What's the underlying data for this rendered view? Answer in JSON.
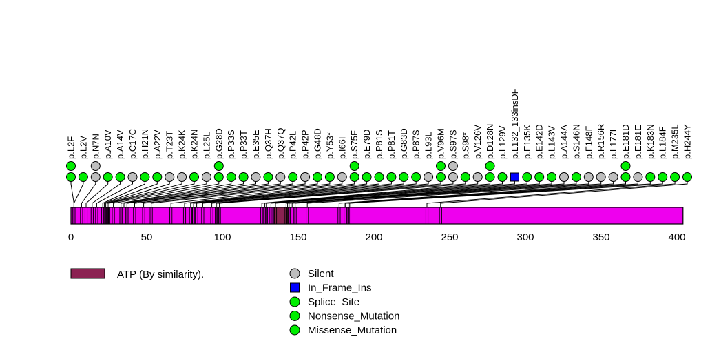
{
  "figure": {
    "name": "protein-mutation-lollipop-diagram"
  },
  "chart_data": {
    "type": "lollipop",
    "protein_length": 404,
    "axis_ticks": [
      0,
      50,
      100,
      150,
      200,
      250,
      300,
      350,
      400
    ],
    "bar_color": "#EE00EE",
    "outline_color": "#000000",
    "domains": [
      {
        "name": "ATP (By similarity).",
        "start": 134,
        "end": 144,
        "color": "#8B2252"
      }
    ],
    "type_colors": {
      "Missense_Mutation": "#00EE00",
      "Nonsense_Mutation": "#00EE00",
      "Splice_Site": "#00EE00",
      "Silent": "#BEBEBE",
      "In_Frame_Ins": "#0000FF"
    },
    "mutations": [
      {
        "label": "p.L2F",
        "pos": 2,
        "type": "Missense_Mutation",
        "count": 2
      },
      {
        "label": "p.L2V",
        "pos": 2,
        "type": "Missense_Mutation",
        "count": 1
      },
      {
        "label": "p.N7N",
        "pos": 7,
        "type": "Silent",
        "count": 2
      },
      {
        "label": "p.A10V",
        "pos": 10,
        "type": "Missense_Mutation",
        "count": 1
      },
      {
        "label": "p.A14V",
        "pos": 14,
        "type": "Missense_Mutation",
        "count": 1
      },
      {
        "label": "p.C17C",
        "pos": 17,
        "type": "Silent",
        "count": 1
      },
      {
        "label": "p.H21N",
        "pos": 21,
        "type": "Missense_Mutation",
        "count": 1
      },
      {
        "label": "p.A22V",
        "pos": 22,
        "type": "Missense_Mutation",
        "count": 1
      },
      {
        "label": "p.T23T",
        "pos": 23,
        "type": "Silent",
        "count": 1
      },
      {
        "label": "p.K24K",
        "pos": 24,
        "type": "Silent",
        "count": 1
      },
      {
        "label": "p.K24N",
        "pos": 24,
        "type": "Missense_Mutation",
        "count": 1
      },
      {
        "label": "p.L25L",
        "pos": 25,
        "type": "Silent",
        "count": 1
      },
      {
        "label": "p.G28D",
        "pos": 28,
        "type": "Missense_Mutation",
        "count": 2
      },
      {
        "label": "p.P33S",
        "pos": 33,
        "type": "Missense_Mutation",
        "count": 1
      },
      {
        "label": "p.P33T",
        "pos": 33,
        "type": "Missense_Mutation",
        "count": 1
      },
      {
        "label": "p.E35E",
        "pos": 35,
        "type": "Silent",
        "count": 1
      },
      {
        "label": "p.Q37H",
        "pos": 37,
        "type": "Missense_Mutation",
        "count": 1
      },
      {
        "label": "p.Q37Q",
        "pos": 37,
        "type": "Silent",
        "count": 1
      },
      {
        "label": "p.P42L",
        "pos": 42,
        "type": "Missense_Mutation",
        "count": 1
      },
      {
        "label": "p.P42P",
        "pos": 42,
        "type": "Silent",
        "count": 1
      },
      {
        "label": "p.G48D",
        "pos": 48,
        "type": "Missense_Mutation",
        "count": 1
      },
      {
        "label": "p.Y53*",
        "pos": 53,
        "type": "Nonsense_Mutation",
        "count": 1
      },
      {
        "label": "p.I66I",
        "pos": 66,
        "type": "Silent",
        "count": 1
      },
      {
        "label": "p.S75F",
        "pos": 75,
        "type": "Missense_Mutation",
        "count": 2
      },
      {
        "label": "p.E79D",
        "pos": 79,
        "type": "Missense_Mutation",
        "count": 1
      },
      {
        "label": "p.P81S",
        "pos": 81,
        "type": "Missense_Mutation",
        "count": 1
      },
      {
        "label": "p.P81T",
        "pos": 81,
        "type": "Missense_Mutation",
        "count": 1
      },
      {
        "label": "p.G83D",
        "pos": 83,
        "type": "Missense_Mutation",
        "count": 1
      },
      {
        "label": "p.P87S",
        "pos": 87,
        "type": "Missense_Mutation",
        "count": 1
      },
      {
        "label": "p.L93L",
        "pos": 93,
        "type": "Silent",
        "count": 1
      },
      {
        "label": "p.V96M",
        "pos": 96,
        "type": "Missense_Mutation",
        "count": 2
      },
      {
        "label": "p.S97S",
        "pos": 97,
        "type": "Silent",
        "count": 2
      },
      {
        "label": "p.S98*",
        "pos": 98,
        "type": "Nonsense_Mutation",
        "count": 1
      },
      {
        "label": "p.V126V",
        "pos": 126,
        "type": "Silent",
        "count": 1
      },
      {
        "label": "p.D128N",
        "pos": 128,
        "type": "Missense_Mutation",
        "count": 2
      },
      {
        "label": "p.L129V",
        "pos": 129,
        "type": "Missense_Mutation",
        "count": 1
      },
      {
        "label": "p.L132_133insDF",
        "pos": 132,
        "type": "In_Frame_Ins",
        "count": 1
      },
      {
        "label": "p.E135K",
        "pos": 135,
        "type": "Missense_Mutation",
        "count": 1
      },
      {
        "label": "p.E142D",
        "pos": 142,
        "type": "Missense_Mutation",
        "count": 1
      },
      {
        "label": "p.L143V",
        "pos": 143,
        "type": "Missense_Mutation",
        "count": 1
      },
      {
        "label": "p.A144A",
        "pos": 144,
        "type": "Silent",
        "count": 1
      },
      {
        "label": "p.S146N",
        "pos": 146,
        "type": "Missense_Mutation",
        "count": 1
      },
      {
        "label": "p.F148F",
        "pos": 148,
        "type": "Silent",
        "count": 1
      },
      {
        "label": "p.R156R",
        "pos": 156,
        "type": "Silent",
        "count": 1
      },
      {
        "label": "p.L177L",
        "pos": 177,
        "type": "Silent",
        "count": 1
      },
      {
        "label": "p.E181D",
        "pos": 181,
        "type": "Missense_Mutation",
        "count": 2
      },
      {
        "label": "p.E181E",
        "pos": 181,
        "type": "Silent",
        "count": 1
      },
      {
        "label": "p.K183N",
        "pos": 183,
        "type": "Missense_Mutation",
        "count": 1
      },
      {
        "label": "p.L184F",
        "pos": 184,
        "type": "Missense_Mutation",
        "count": 1
      },
      {
        "label": "p.M235L",
        "pos": 235,
        "type": "Missense_Mutation",
        "count": 1
      },
      {
        "label": "p.H244Y",
        "pos": 244,
        "type": "Missense_Mutation",
        "count": 1
      }
    ],
    "legend_domain": {
      "label": "ATP (By similarity).",
      "shape": "rect",
      "color": "#8B2252"
    },
    "legend_items": [
      {
        "label": "Silent",
        "shape": "circle",
        "type": "Silent"
      },
      {
        "label": "In_Frame_Ins",
        "shape": "square",
        "type": "In_Frame_Ins"
      },
      {
        "label": "Splice_Site",
        "shape": "circle",
        "type": "Splice_Site"
      },
      {
        "label": "Nonsense_Mutation",
        "shape": "circle",
        "type": "Nonsense_Mutation"
      },
      {
        "label": "Missense_Mutation",
        "shape": "circle",
        "type": "Missense_Mutation"
      }
    ]
  }
}
